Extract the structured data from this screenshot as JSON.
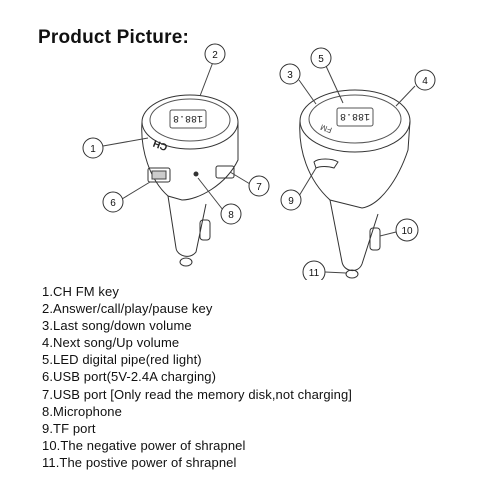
{
  "title": "Product Picture:",
  "callouts": [
    "1",
    "2",
    "3",
    "4",
    "5",
    "6",
    "7",
    "8",
    "9",
    "10",
    "11"
  ],
  "screen_text": {
    "left_display": "188.8",
    "right_display": "188.8",
    "ch_label": "CH",
    "fm_label": "FM"
  },
  "legend": [
    "1.CH FM key",
    "2.Answer/call/play/pause key",
    "3.Last song/down volume",
    "4.Next song/Up volume",
    "5.LED digital pipe(red light)",
    "6.USB port(5V-2.4A charging)",
    "7.USB port [Only read the memory disk,not charging]",
    "8.Microphone",
    "9.TF port",
    "10.The negative power of shrapnel",
    "11.The postive power of shrapnel"
  ]
}
